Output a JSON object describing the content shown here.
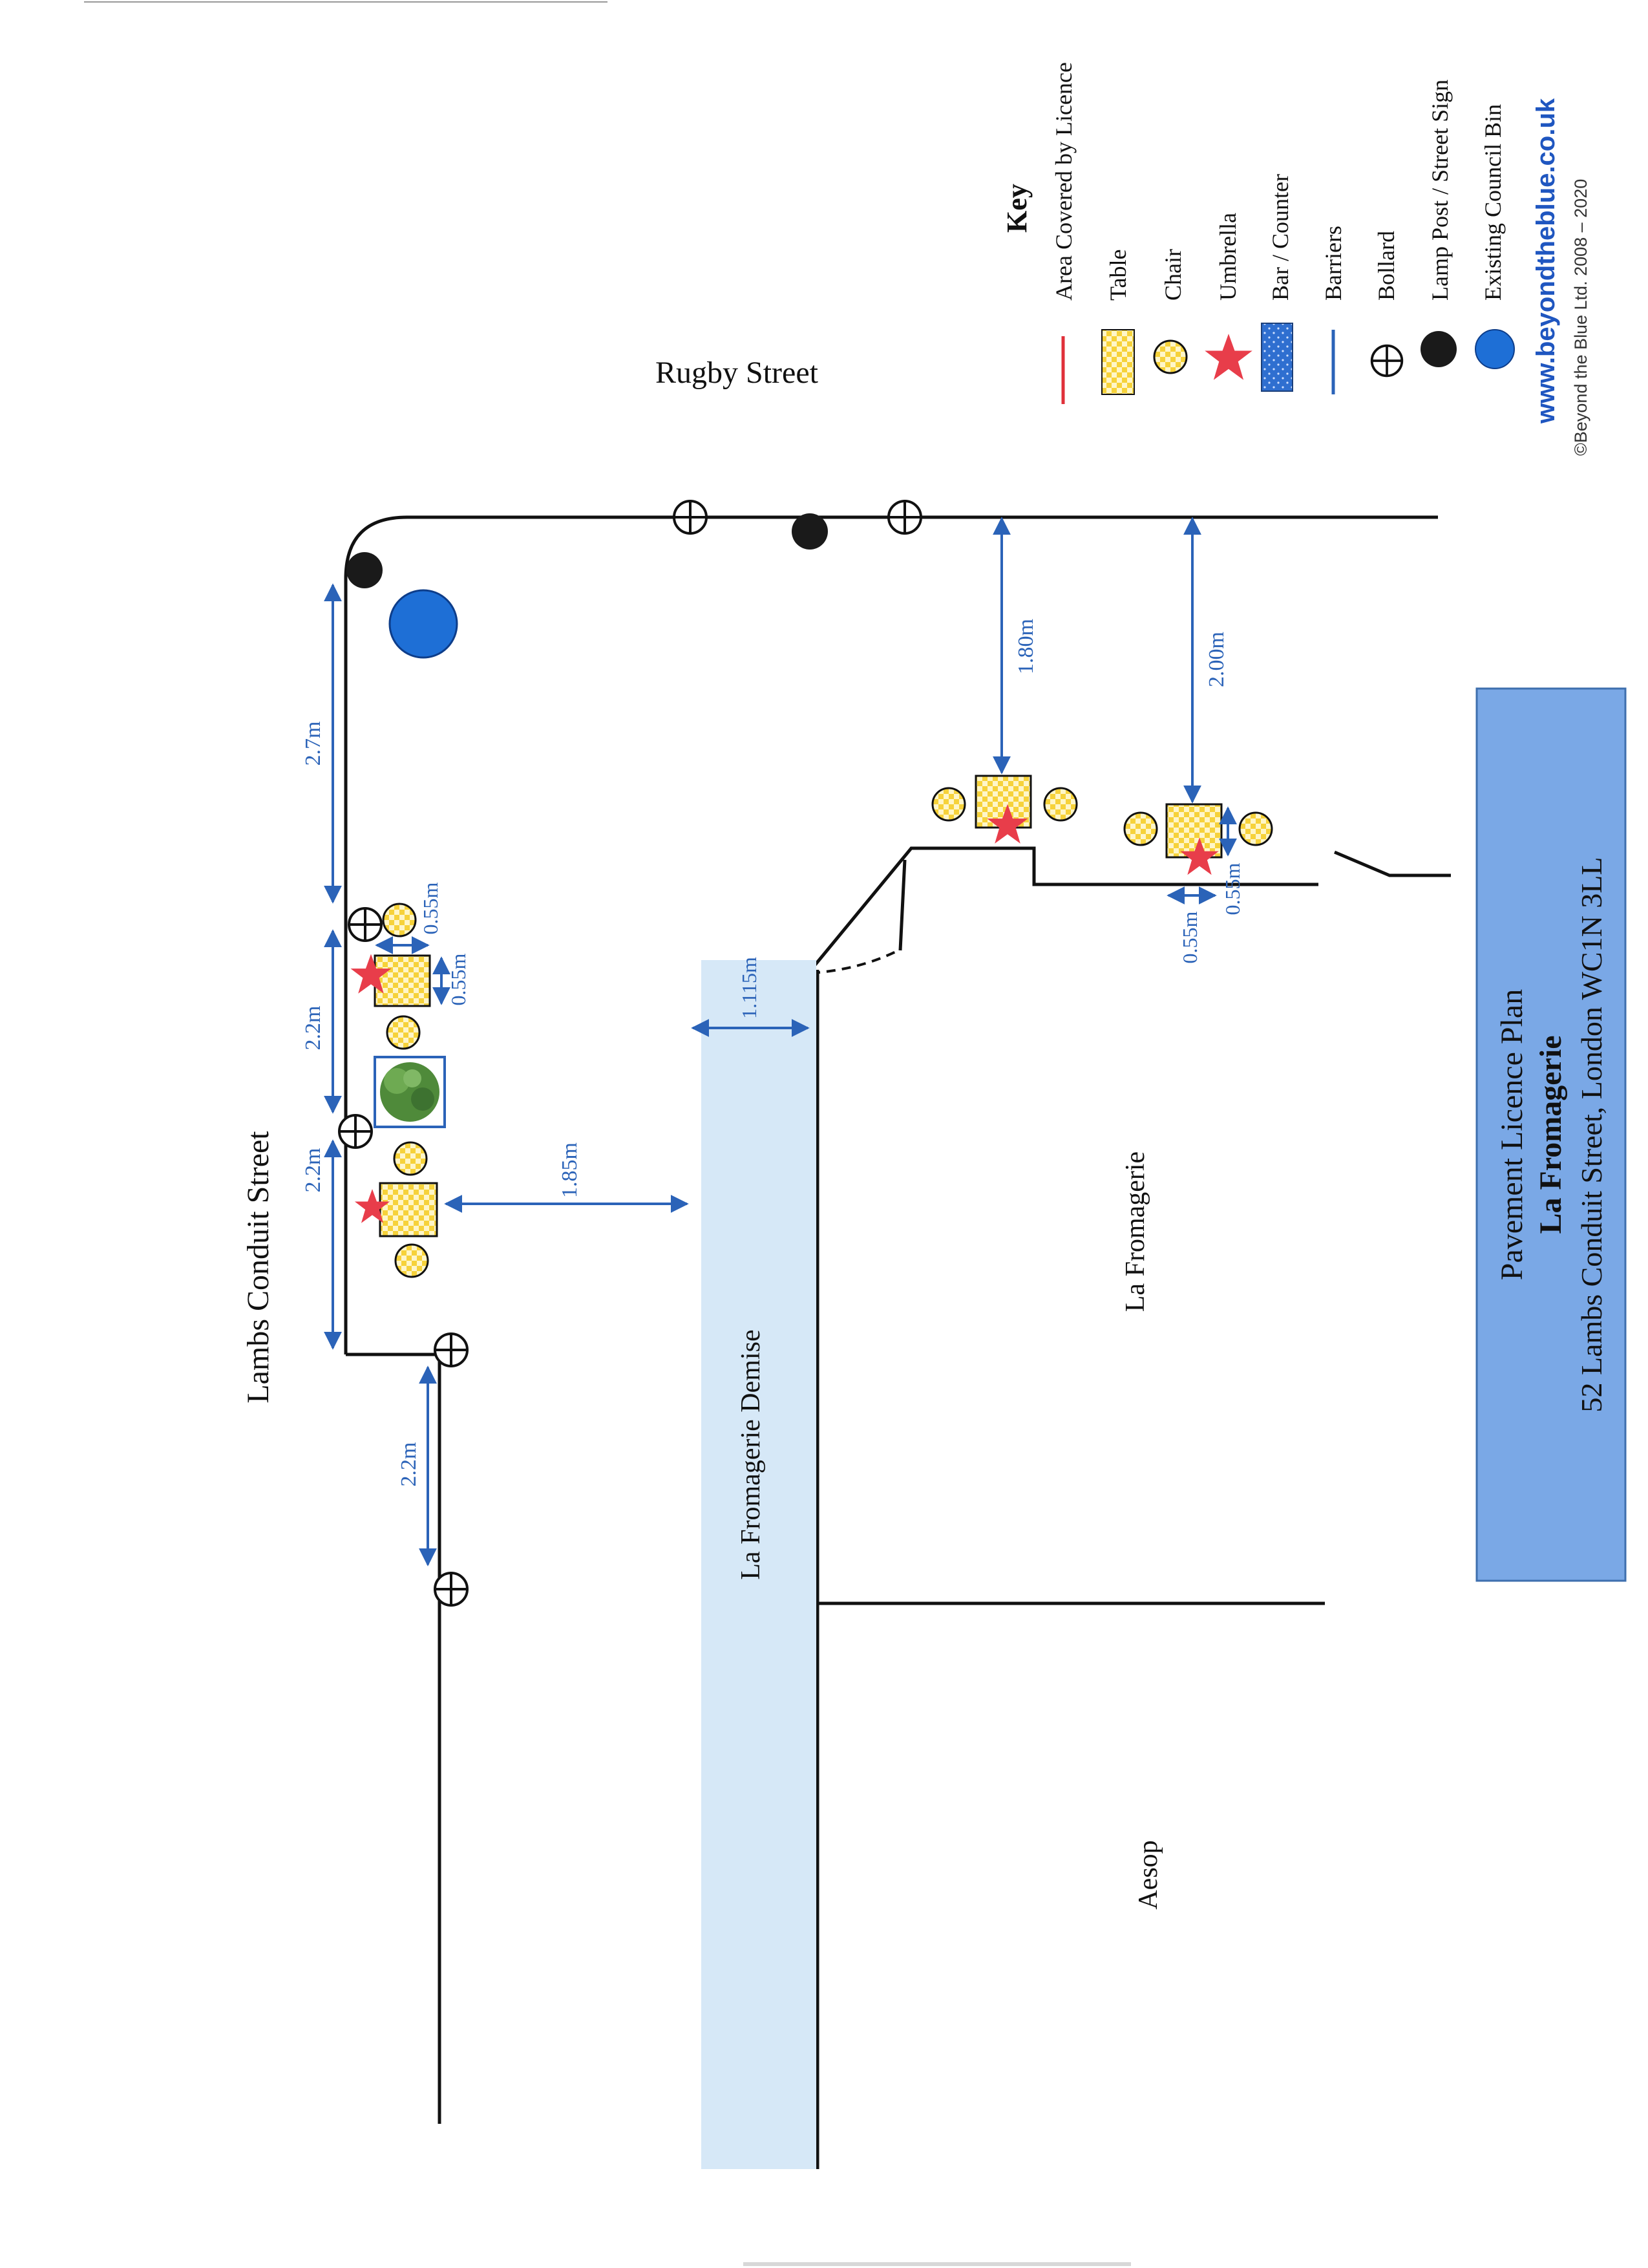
{
  "streets": {
    "lambs_conduit": "Lambs Conduit Street",
    "rugby": "Rugby Street"
  },
  "areas": {
    "demise": "La Fromagerie Demise",
    "shop": "La Fromagerie",
    "neighbour": "Aesop"
  },
  "dimensions": {
    "corner_run": "2.7m",
    "upper_run": "2.2m",
    "lower_run": "2.2m",
    "bollard_gap": "2.2m",
    "table_to_demise": "1.85m",
    "demise_width": "1.115m",
    "rugby_clear_1": "1.80m",
    "rugby_clear_2": "2.00m",
    "table_w_a": "0.55m",
    "table_h_a": "0.55m",
    "table_w_b": "0.55m",
    "table_h_b": "0.55m"
  },
  "key": {
    "title": "Key",
    "items": [
      {
        "label": "Area Covered by Licence",
        "icon": "licence-line-icon"
      },
      {
        "label": "Table",
        "icon": "table-icon"
      },
      {
        "label": "Chair",
        "icon": "chair-icon"
      },
      {
        "label": "Umbrella",
        "icon": "umbrella-star-icon"
      },
      {
        "label": "Bar / Counter",
        "icon": "bar-counter-icon"
      },
      {
        "label": "Barriers",
        "icon": "barrier-line-icon"
      },
      {
        "label": "Bollard",
        "icon": "bollard-icon"
      },
      {
        "label": "Lamp Post / Street Sign",
        "icon": "lamp-post-icon"
      },
      {
        "label": "Existing Council Bin",
        "icon": "council-bin-icon"
      }
    ],
    "website": "www.beyondtheblue.co.uk",
    "copyright": "©Beyond the Blue Ltd. 2008 – 2020"
  },
  "title_block": {
    "title": "Pavement Licence Plan",
    "business": "La Fromagerie",
    "address": "52 Lambs Conduit Street, London WC1N 3LL"
  },
  "colors": {
    "line": "#111111",
    "dimension": "#2b63b8",
    "demise_fill": "#d6e8f7",
    "title_fill": "#7aa8e6",
    "table_yellow": "#f6d23a",
    "umbrella_red": "#e83d4a",
    "bin_blue": "#1e6fd6",
    "licence_red": "#e0303a"
  }
}
